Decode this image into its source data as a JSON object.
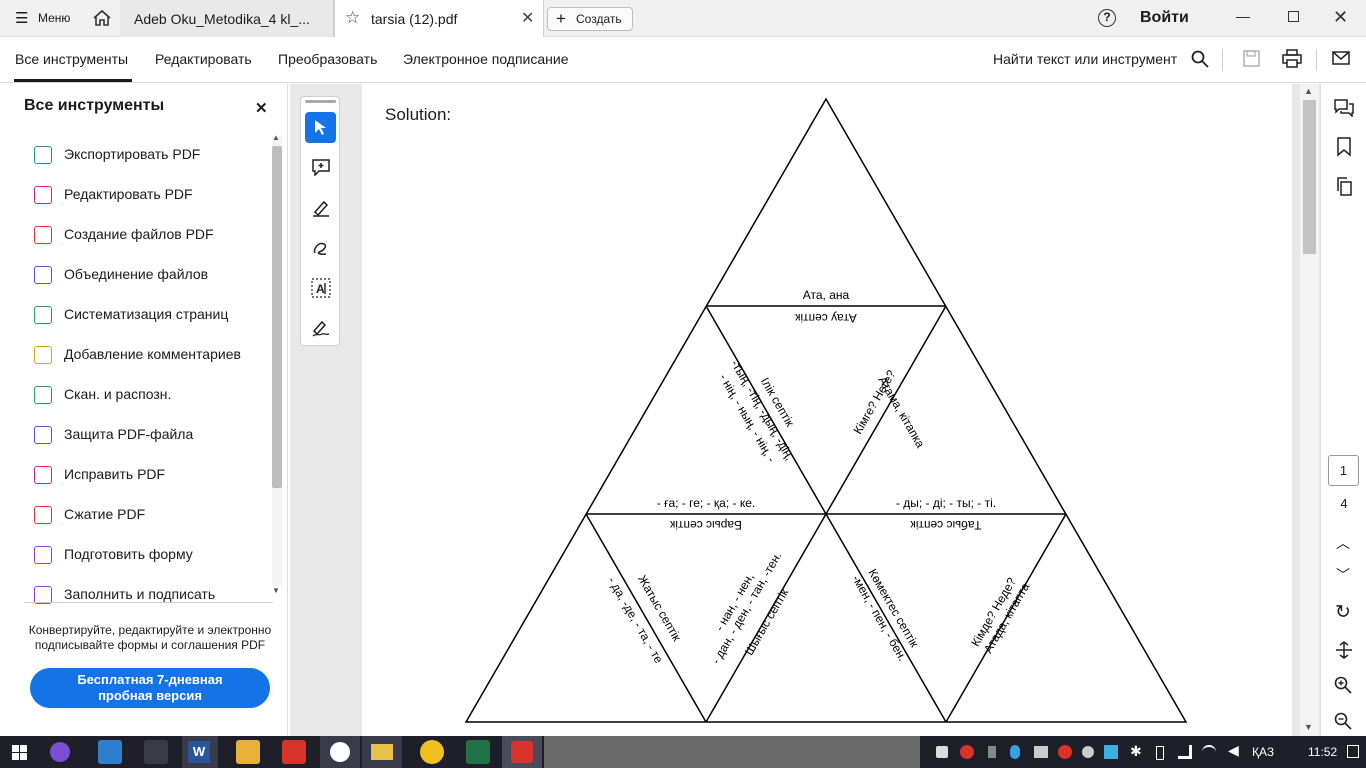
{
  "titlebar": {
    "menu_label": "Меню",
    "tabs": [
      {
        "label": "Adeb Oku_Metodika_4 kl_..."
      },
      {
        "label": "tarsia (12).pdf"
      }
    ],
    "create_label": "Создать",
    "signin_label": "Войти"
  },
  "toolbar": {
    "tabs": [
      {
        "label": "Все инструменты"
      },
      {
        "label": "Редактировать"
      },
      {
        "label": "Преобразовать"
      },
      {
        "label": "Электронное подписание"
      }
    ],
    "search_label": "Найти текст или инструмент"
  },
  "left_panel": {
    "title": "Все инструменты",
    "items": [
      {
        "label": "Экспортировать PDF",
        "icon": "export-pdf-icon",
        "color": "#2a8f8f"
      },
      {
        "label": "Редактировать PDF",
        "icon": "edit-pdf-icon",
        "color": "#d6246e"
      },
      {
        "label": "Создание файлов PDF",
        "icon": "create-pdf-icon",
        "color": "#e0303a"
      },
      {
        "label": "Объединение файлов",
        "icon": "combine-files-icon",
        "color": "#5a4fd6"
      },
      {
        "label": "Систематизация страниц",
        "icon": "organize-pages-icon",
        "color": "#2a9d4a"
      },
      {
        "label": "Добавление комментариев",
        "icon": "comment-icon",
        "color": "#e3a21a"
      },
      {
        "label": "Скан. и распозн.",
        "icon": "scan-icon",
        "color": "#2a9d4a"
      },
      {
        "label": "Защита PDF-файла",
        "icon": "protect-icon",
        "color": "#5a4fd6"
      },
      {
        "label": "Исправить PDF",
        "icon": "redact-icon",
        "color": "#d6246e"
      },
      {
        "label": "Сжатие PDF",
        "icon": "compress-icon",
        "color": "#e0303a"
      },
      {
        "label": "Подготовить форму",
        "icon": "form-icon",
        "color": "#9a3fd6"
      },
      {
        "label": "Заполнить и подписать",
        "icon": "sign-icon",
        "color": "#9a3fd6"
      }
    ],
    "promo_text_1": "Конвертируйте, редактируйте и электронно",
    "promo_text_2": "подписывайте формы и соглашения PDF",
    "trial_line1": "Бесплатная 7-дневная",
    "trial_line2": "пробная версия"
  },
  "document": {
    "heading": "Solution:",
    "labels": {
      "t1": "Ата, ана",
      "t2": "Атау септік",
      "t3": "Ілік септік",
      "t4": "-тың, -тің, -дың, -дің,",
      "t5": "- нің, - ның, - нің, -",
      "t6": "Кімге? Неге?",
      "t7": "Атама, кітапка",
      "t8": "- ға; - ге; - қа; - ке.",
      "t9": "Барыс септік",
      "t10": "- ды; - ді; - ты; - ті.",
      "t11": "Табыс септік",
      "t12": "Жатыс септік",
      "t13": "- да, -де, - та, - те",
      "t14": "Шығыс септік",
      "t15": "- дан, - ден, - тан, -тен.",
      "t16": "- нан, - нен,",
      "t17": "Көмектес септік",
      "t18": "-мен, - пен, - бен.",
      "t19": "Кімде? Неде?",
      "t20": "Атада, кітапта"
    }
  },
  "right_rail": {
    "page_current": "1",
    "page_total": "4"
  },
  "taskbar": {
    "lang": "ҚАЗ",
    "time": "11:52"
  }
}
